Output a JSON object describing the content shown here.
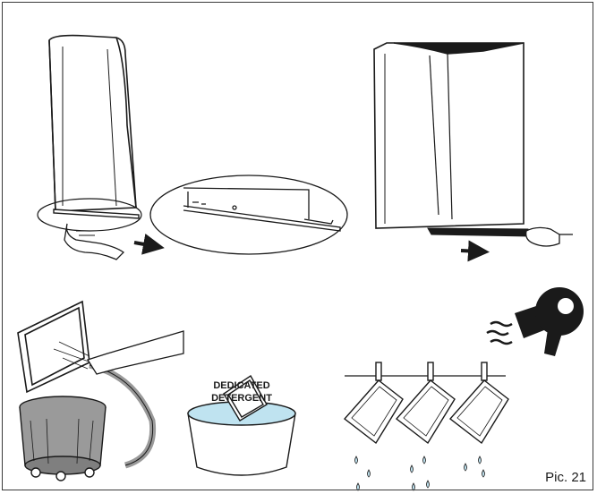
{
  "figure": {
    "caption": "Pic. 21",
    "detergent_label_line1": "DEDICATED",
    "detergent_label_line2": "DETERGENT"
  },
  "icons": [
    "unit-front-icon",
    "filter-tray-icon",
    "arrow-right-icon",
    "hand-icon",
    "vacuum-cleaner-icon",
    "water-basin-icon",
    "clothesline-icon",
    "water-drop-icon",
    "hair-dryer-icon"
  ],
  "colors": {
    "stroke": "#1a1a1a",
    "water": "#bfe3f0",
    "vacuum": "#9a9a9a",
    "unit_fill": "#ffffff"
  }
}
